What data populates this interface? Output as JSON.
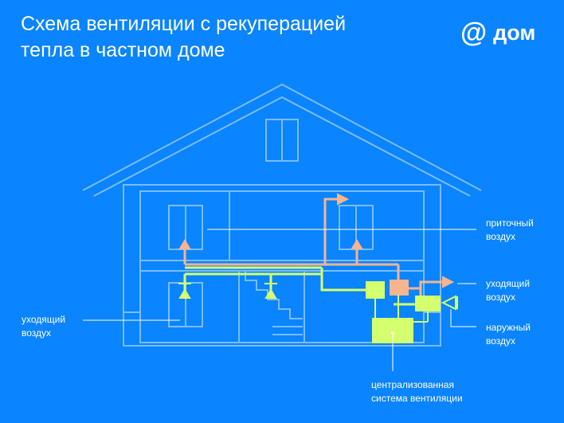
{
  "title": {
    "line1": "Схема вентиляции с рекуперацией",
    "line2": "тепла в частном доме"
  },
  "logo": {
    "symbol": "@",
    "text": "дом"
  },
  "labels": {
    "supply_air": [
      "приточный",
      "воздух"
    ],
    "exhaust_air_right": [
      "уходящий",
      "воздух"
    ],
    "outdoor_air": [
      "наружный",
      "воздух"
    ],
    "exhaust_air_left": [
      "уходящий",
      "воздух"
    ],
    "central_system": [
      "централизованная",
      "система вентиляции"
    ]
  },
  "colors": {
    "background": "#0a84ff",
    "house_outline": "#8fc6ff",
    "exhaust_duct": "#d4ff6e",
    "supply_duct": "#f6b48f",
    "leader_line": "#ffffff"
  }
}
